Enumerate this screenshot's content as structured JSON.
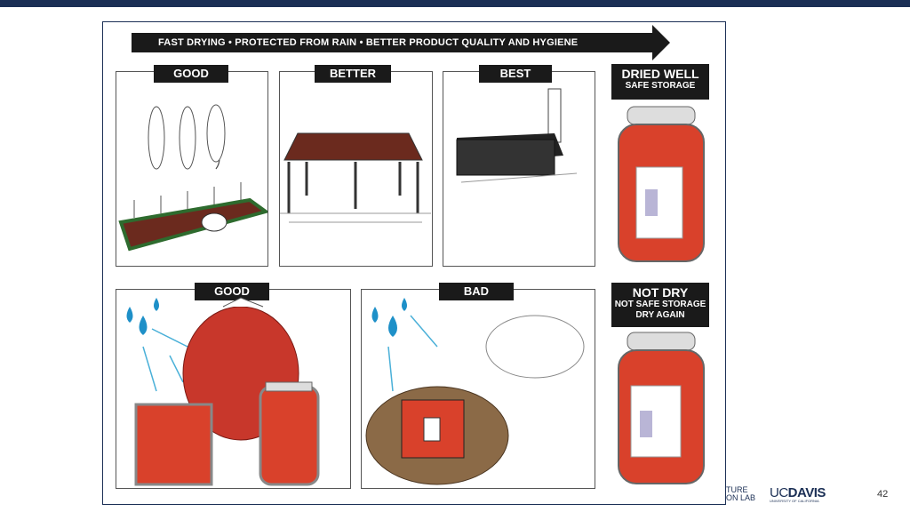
{
  "banner": "FAST DRYING • PROTECTED FROM RAIN • BETTER PRODUCT QUALITY AND HYGIENE",
  "top_panels": [
    {
      "label": "GOOD"
    },
    {
      "label": "BETTER"
    },
    {
      "label": "BEST"
    }
  ],
  "bottom_panels": [
    {
      "label": "GOOD"
    },
    {
      "label": "BAD"
    }
  ],
  "jar_good": {
    "title": "DRIED WELL",
    "subtitle": "SAFE STORAGE"
  },
  "jar_bad": {
    "title": "NOT DRY",
    "line1": "NOT SAFE STORAGE",
    "line2": "DRY AGAIN"
  },
  "footer": {
    "lab_line1": "TURE",
    "lab_line2": "ON LAB",
    "logo_uc": "UC",
    "logo_davis": "DAVIS",
    "logo_sub": "UNIVERSITY OF CALIFORNIA",
    "page_number": "42"
  },
  "colors": {
    "navy": "#1b2f55",
    "chili": "#d9412b",
    "water": "#1e90c8"
  }
}
